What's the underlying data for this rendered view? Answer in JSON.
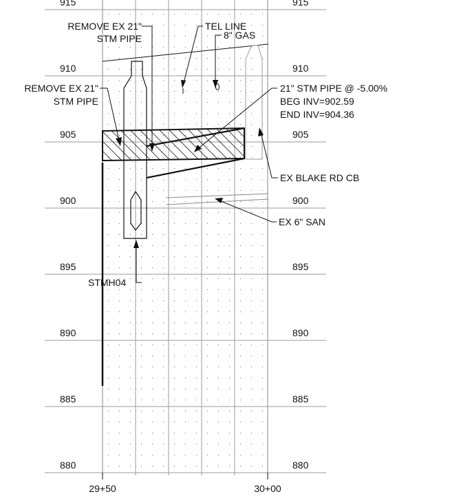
{
  "elevation_labels": [
    "915",
    "910",
    "905",
    "900",
    "895",
    "890",
    "885",
    "880"
  ],
  "station_labels": [
    "29+50",
    "30+00"
  ],
  "callouts": {
    "remove_pipe_top": [
      "REMOVE EX 21\"",
      "STM PIPE"
    ],
    "remove_pipe_left": [
      "REMOVE EX 21\"",
      "STM PIPE"
    ],
    "tel_line": "TEL LINE",
    "gas": "8\"  GAS",
    "stm_pipe": [
      "21\" STM PIPE @ -5.00%",
      "BEG INV=902.59",
      "END INV=904.36"
    ],
    "blake_cb": "EX BLAKE RD CB",
    "san": "EX 6\" SAN",
    "manhole": "STMH04"
  },
  "colors": {
    "grid": "#999999",
    "ink": "#111111",
    "light": "#aaaaaa"
  }
}
